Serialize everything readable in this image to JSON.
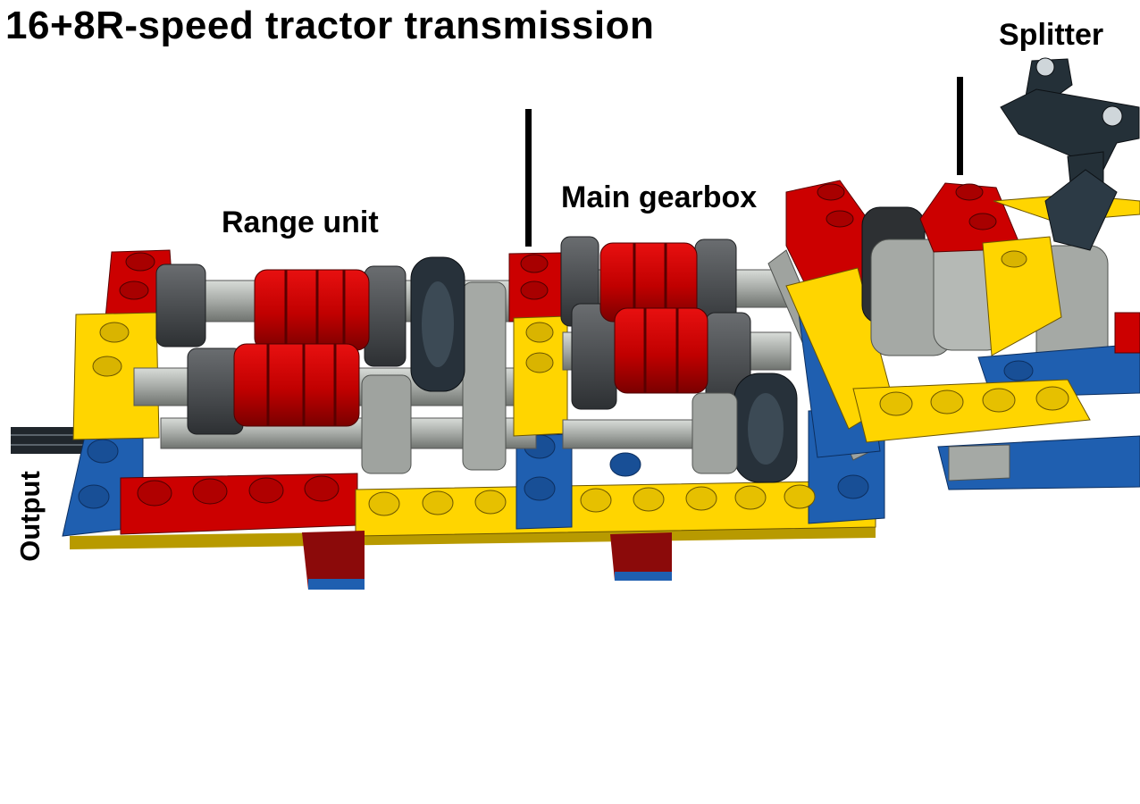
{
  "title": "16+8R-speed tractor transmission",
  "labels": {
    "range_unit": "Range unit",
    "main_gearbox": "Main gearbox",
    "splitter": "Splitter",
    "output": "Output"
  },
  "colors": {
    "red": "#cc0000",
    "dark_red": "#8b0a0a",
    "yellow": "#ffd500",
    "blue": "#1f5fb0",
    "light_gray": "#b5b9b5",
    "dark_gray": "#4a4d4f",
    "black": "#1c2228",
    "background": "#ffffff"
  },
  "components": [
    {
      "name": "range-unit",
      "description_label": "Range unit"
    },
    {
      "name": "main-gearbox",
      "description_label": "Main gearbox"
    },
    {
      "name": "splitter",
      "description_label": "Splitter"
    },
    {
      "name": "output-shaft",
      "description_label": "Output"
    }
  ]
}
